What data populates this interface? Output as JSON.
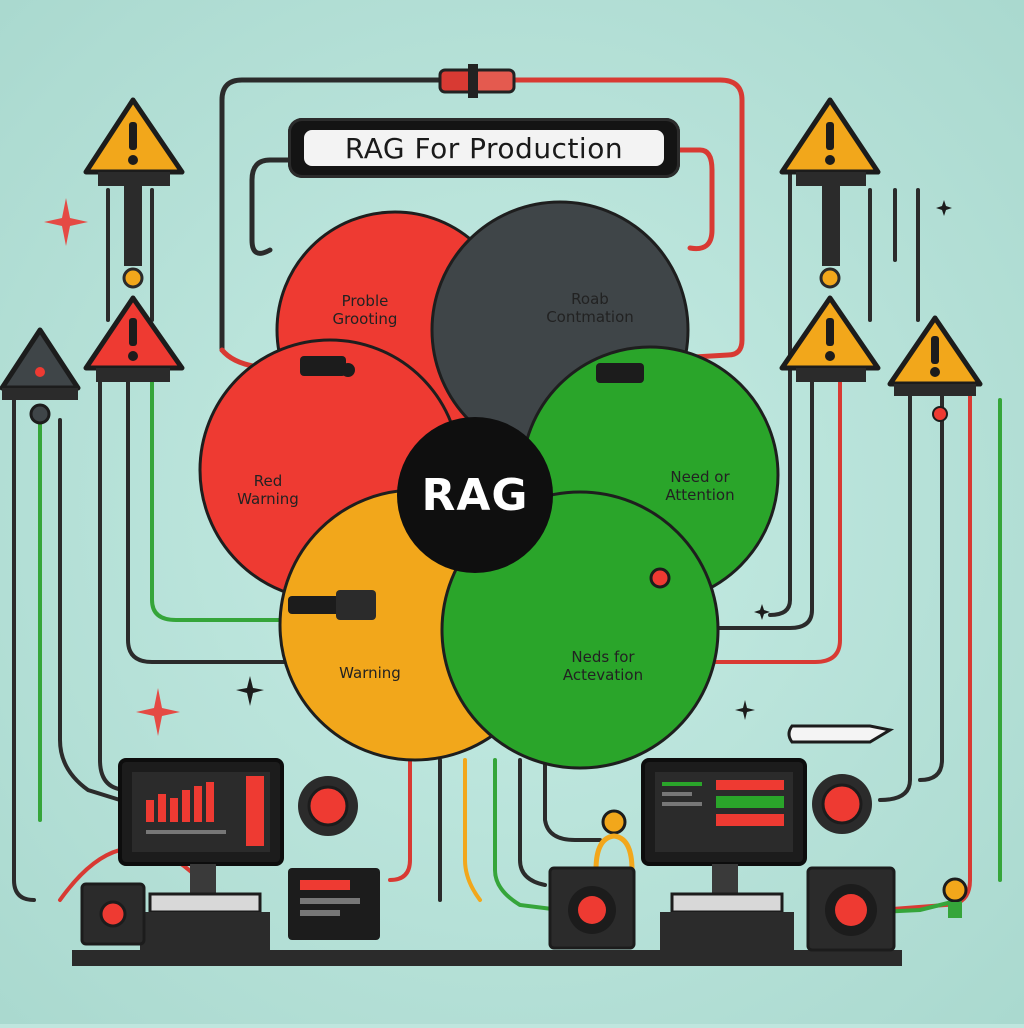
{
  "title": "RAG For Production",
  "center": "RAG",
  "circles": [
    {
      "name": "top-left",
      "label": "Proble\nGrooting",
      "color": "#ee3a32"
    },
    {
      "name": "top-right",
      "label": "Roab\nContmation",
      "color": "#3f4548"
    },
    {
      "name": "left",
      "label": "Red\nWarning",
      "color": "#ee3a32"
    },
    {
      "name": "right",
      "label": "Need or\nAttention",
      "color": "#2aa52a"
    },
    {
      "name": "bottom-left",
      "label": "Warning",
      "color": "#f2a71b"
    },
    {
      "name": "bottom-right",
      "label": "Neds for\nActevation",
      "color": "#2aa52a"
    }
  ],
  "colors": {
    "background": "#bfe6de",
    "wire_dark": "#2b2b2b",
    "wire_red": "#d83a33",
    "wire_green": "#35a53a",
    "warning_yellow": "#f2a71b",
    "warning_red": "#ee3a32",
    "monitor": "#1c1c1c"
  },
  "icons": [
    "warning-triangle-icon",
    "cable-connector-icon",
    "monitor-icon",
    "gear-icon",
    "speaker-icon",
    "sparkle-icon"
  ]
}
